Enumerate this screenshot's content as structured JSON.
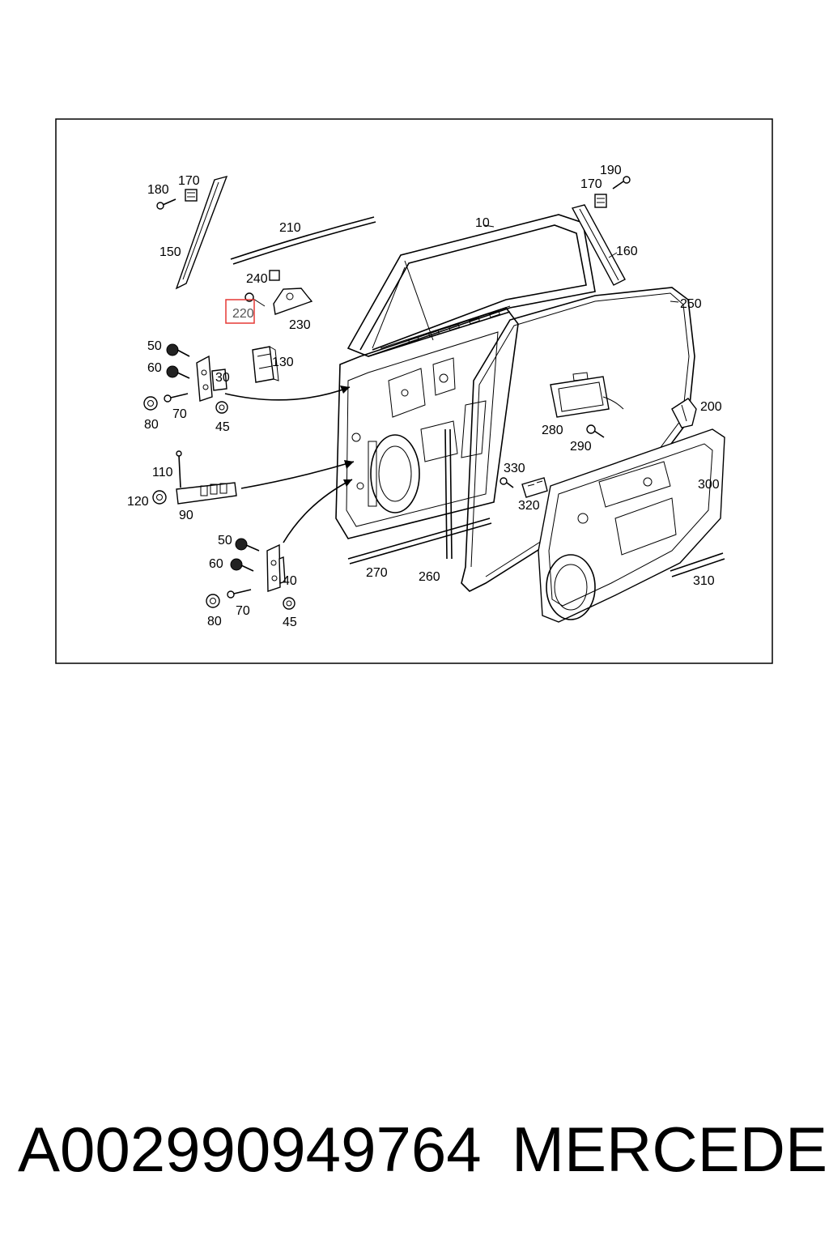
{
  "caption": {
    "part_number": "A002990949764",
    "brand": "MERCEDES"
  },
  "highlight": {
    "label": "220",
    "color": "#e53935"
  },
  "labels": {
    "l10": "10",
    "l30": "30",
    "l40": "40",
    "l45a": "45",
    "l45b": "45",
    "l50a": "50",
    "l50b": "50",
    "l60a": "60",
    "l60b": "60",
    "l70a": "70",
    "l70b": "70",
    "l80a": "80",
    "l80b": "80",
    "l90": "90",
    "l110": "110",
    "l120": "120",
    "l130": "130",
    "l150": "150",
    "l160": "160",
    "l170a": "170",
    "l170b": "170",
    "l180": "180",
    "l190": "190",
    "l200": "200",
    "l210": "210",
    "l230": "230",
    "l240": "240",
    "l250": "250",
    "l260": "260",
    "l270": "270",
    "l280": "280",
    "l290": "290",
    "l300": "300",
    "l310": "310",
    "l320": "320",
    "l330": "330"
  }
}
